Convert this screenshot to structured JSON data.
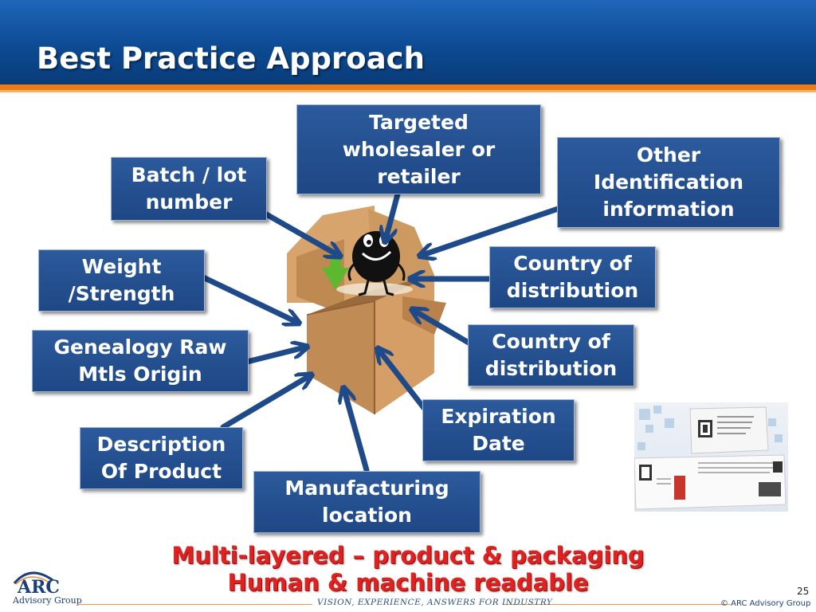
{
  "slide": {
    "title": "Best Practice Approach",
    "page_number": "25"
  },
  "labels": {
    "targeted": "Targeted\nwholesaler or\nretailer",
    "batch": "Batch / lot\nnumber",
    "other_id": "Other\nIdentification\ninformation",
    "weight": "Weight\n/Strength",
    "country1": "Country of\ndistribution",
    "genealogy": "Genealogy Raw\nMtls Origin",
    "country2": "Country of\ndistribution",
    "expiration": "Expiration\nDate",
    "description": "Description\nOf Product",
    "manufacturing": "Manufacturing\nlocation"
  },
  "tagline": {
    "line1": "Multi-layered – product & packaging",
    "line2": "Human & machine readable"
  },
  "footer": {
    "logo_name": "ARC",
    "logo_sub": "Advisory Group",
    "slogan": "VISION, EXPERIENCE, ANSWERS FOR INDUSTRY",
    "copyright": "© ARC Advisory Group"
  },
  "colors": {
    "header_blue": "#0d4a93",
    "accent_orange": "#ee7a16",
    "label_blue": "#1e4785",
    "arrow_blue": "#1f4a8a",
    "tagline_red": "#e0211f",
    "box_tan": "#c8915a"
  }
}
